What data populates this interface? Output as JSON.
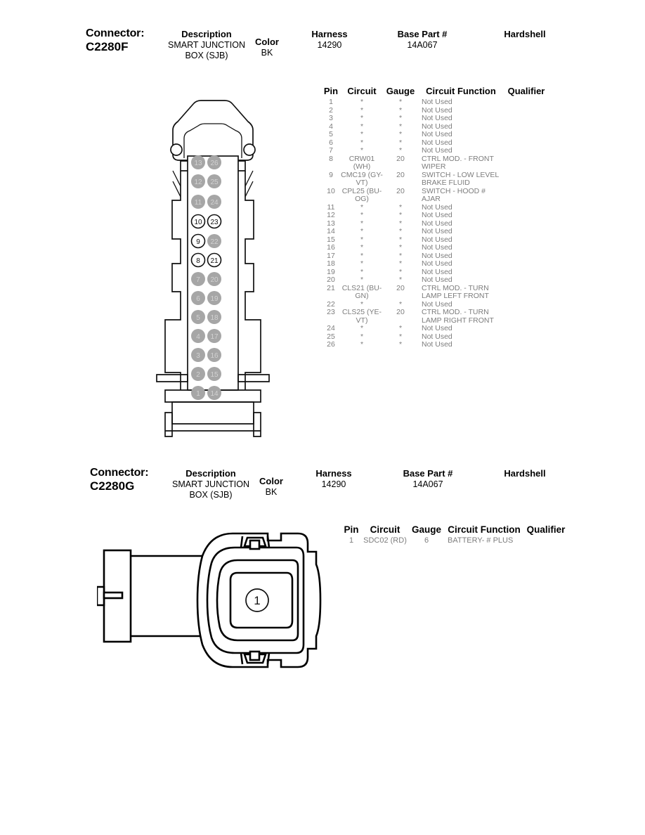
{
  "document": {
    "title": "Connector Pinout Sheet",
    "header_labels": {
      "connector": "Connector:",
      "description": "Description",
      "color": "Color",
      "harness": "Harness",
      "base_part": "Base Part #",
      "hardshell": "Hardshell"
    },
    "table_headers": {
      "pin": "Pin",
      "circuit": "Circuit",
      "gauge": "Gauge",
      "circuit_function": "Circuit Function",
      "qualifier": "Qualifier"
    },
    "not_used_text": "Not Used",
    "unused_mark": "*"
  },
  "connectors": [
    {
      "id": "C2280F",
      "description": "SMART JUNCTION BOX (SJB)",
      "description_line1": "SMART JUNCTION",
      "description_line2": "BOX (SJB)",
      "color": "BK",
      "harness": "14290",
      "base_part": "14A067",
      "hardshell": "",
      "pin_count": 26,
      "used_pins": [
        8,
        9,
        10,
        21,
        23
      ],
      "pin_grid": {
        "left_column": [
          13,
          12,
          11,
          10,
          9,
          8,
          7,
          6,
          5,
          4,
          3,
          2,
          1
        ],
        "right_column": [
          26,
          25,
          24,
          23,
          22,
          21,
          20,
          19,
          18,
          17,
          16,
          15,
          14
        ]
      },
      "rows": [
        {
          "pin": "1",
          "circuit": "*",
          "gauge": "*",
          "function": "Not Used",
          "qualifier": ""
        },
        {
          "pin": "2",
          "circuit": "*",
          "gauge": "*",
          "function": "Not Used",
          "qualifier": ""
        },
        {
          "pin": "3",
          "circuit": "*",
          "gauge": "*",
          "function": "Not Used",
          "qualifier": ""
        },
        {
          "pin": "4",
          "circuit": "*",
          "gauge": "*",
          "function": "Not Used",
          "qualifier": ""
        },
        {
          "pin": "5",
          "circuit": "*",
          "gauge": "*",
          "function": "Not Used",
          "qualifier": ""
        },
        {
          "pin": "6",
          "circuit": "*",
          "gauge": "*",
          "function": "Not Used",
          "qualifier": ""
        },
        {
          "pin": "7",
          "circuit": "*",
          "gauge": "*",
          "function": "Not Used",
          "qualifier": ""
        },
        {
          "pin": "8",
          "circuit": "CRW01 (WH)",
          "gauge": "20",
          "function": "CTRL MOD. - FRONT WIPER",
          "qualifier": ""
        },
        {
          "pin": "9",
          "circuit": "CMC19 (GY-VT)",
          "gauge": "20",
          "function": "SWITCH - LOW LEVEL BRAKE FLUID",
          "qualifier": ""
        },
        {
          "pin": "10",
          "circuit": "CPL25 (BU-OG)",
          "gauge": "20",
          "function": "SWITCH - HOOD # AJAR",
          "qualifier": ""
        },
        {
          "pin": "11",
          "circuit": "*",
          "gauge": "*",
          "function": "Not Used",
          "qualifier": ""
        },
        {
          "pin": "12",
          "circuit": "*",
          "gauge": "*",
          "function": "Not Used",
          "qualifier": ""
        },
        {
          "pin": "13",
          "circuit": "*",
          "gauge": "*",
          "function": "Not Used",
          "qualifier": ""
        },
        {
          "pin": "14",
          "circuit": "*",
          "gauge": "*",
          "function": "Not Used",
          "qualifier": ""
        },
        {
          "pin": "15",
          "circuit": "*",
          "gauge": "*",
          "function": "Not Used",
          "qualifier": ""
        },
        {
          "pin": "16",
          "circuit": "*",
          "gauge": "*",
          "function": "Not Used",
          "qualifier": ""
        },
        {
          "pin": "17",
          "circuit": "*",
          "gauge": "*",
          "function": "Not Used",
          "qualifier": ""
        },
        {
          "pin": "18",
          "circuit": "*",
          "gauge": "*",
          "function": "Not Used",
          "qualifier": ""
        },
        {
          "pin": "19",
          "circuit": "*",
          "gauge": "*",
          "function": "Not Used",
          "qualifier": ""
        },
        {
          "pin": "20",
          "circuit": "*",
          "gauge": "*",
          "function": "Not Used",
          "qualifier": ""
        },
        {
          "pin": "21",
          "circuit": "CLS21 (BU-GN)",
          "gauge": "20",
          "function": "CTRL MOD. - TURN LAMP LEFT FRONT",
          "qualifier": ""
        },
        {
          "pin": "22",
          "circuit": "*",
          "gauge": "*",
          "function": "Not Used",
          "qualifier": ""
        },
        {
          "pin": "23",
          "circuit": "CLS25 (YE-VT)",
          "gauge": "20",
          "function": "CTRL MOD. - TURN LAMP RIGHT FRONT",
          "qualifier": ""
        },
        {
          "pin": "24",
          "circuit": "*",
          "gauge": "*",
          "function": "Not Used",
          "qualifier": ""
        },
        {
          "pin": "25",
          "circuit": "*",
          "gauge": "*",
          "function": "Not Used",
          "qualifier": ""
        },
        {
          "pin": "26",
          "circuit": "*",
          "gauge": "*",
          "function": "Not Used",
          "qualifier": ""
        }
      ]
    },
    {
      "id": "C2280G",
      "description": "SMART JUNCTION BOX (SJB)",
      "description_line1": "SMART JUNCTION",
      "description_line2": "BOX (SJB)",
      "color": "BK",
      "harness": "14290",
      "base_part": "14A067",
      "hardshell": "",
      "pin_count": 1,
      "used_pins": [
        1
      ],
      "rows": [
        {
          "pin": "1",
          "circuit": "SDC02 (RD)",
          "gauge": "6",
          "function": "BATTERY- # PLUS",
          "qualifier": ""
        }
      ]
    }
  ],
  "colors": {
    "line": "#111111",
    "pin_unused_fill": "#a6a6a6",
    "pin_unused_text": "#d2d2d2",
    "table_text": "#7d7d7d",
    "header_text": "#000000",
    "background": "#ffffff"
  }
}
